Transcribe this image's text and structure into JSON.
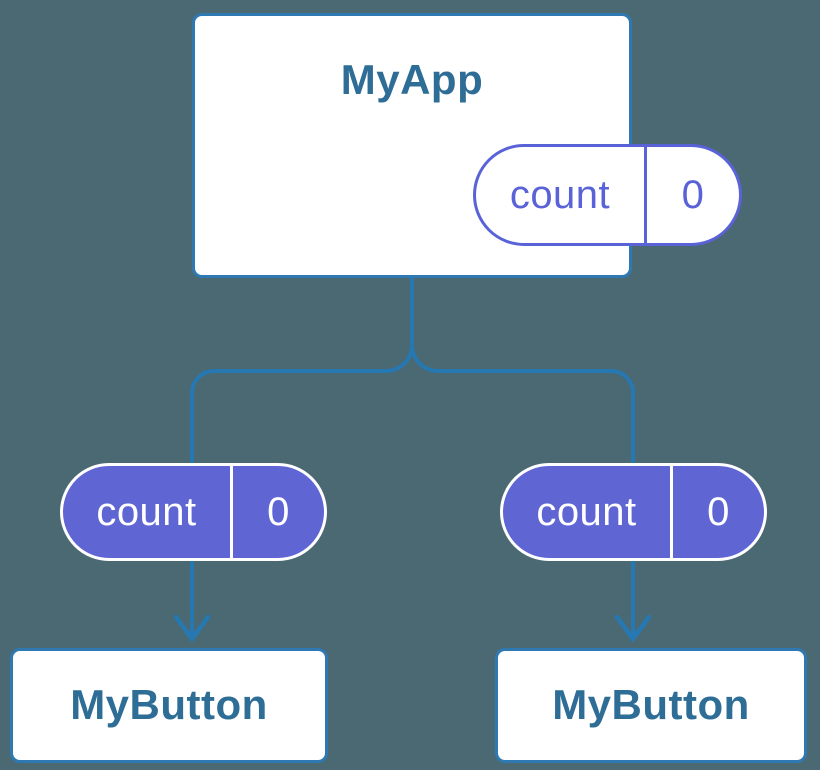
{
  "colors": {
    "background": "#4B6973",
    "connector": "#2678B2",
    "box_border": "#2E79B1",
    "box_fill": "#FFFFFF",
    "node_text": "#2E6D96",
    "pill_fill": "#5F66D3",
    "pill_border_light": "#FFFFFF",
    "pill_text_light": "#FFFFFF",
    "pill_outline": "#5A62D8"
  },
  "diagram": {
    "type": "component-tree",
    "root": {
      "title": "MyApp",
      "state": {
        "name": "count",
        "value": "0"
      }
    },
    "children": [
      {
        "title": "MyButton",
        "state": {
          "name": "count",
          "value": "0"
        }
      },
      {
        "title": "MyButton",
        "state": {
          "name": "count",
          "value": "0"
        }
      }
    ]
  }
}
